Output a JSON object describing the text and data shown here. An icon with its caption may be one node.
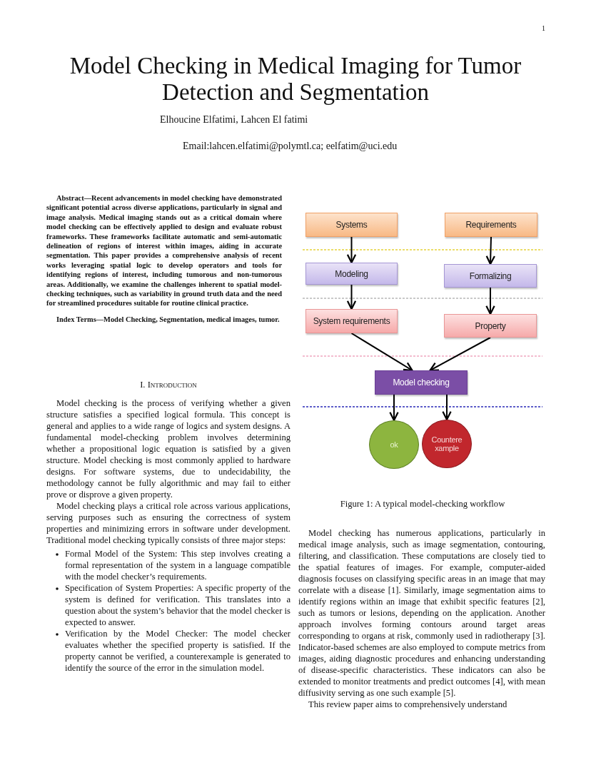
{
  "diagram": {
    "title": "Model Checking in Medical Imaging for Tumor Detection and Segmentation",
    "caption": "Figure 1: A typical model-checking workflow",
    "nodes": [
      {
        "text": [
          "Systems"
        ]
      },
      {
        "text": [
          "Requirements"
        ]
      },
      {
        "text": [
          "Modeling"
        ]
      },
      {
        "text": [
          "Formalizing"
        ]
      },
      {
        "text": [
          "System requirements"
        ]
      },
      {
        "text": [
          "Property"
        ]
      },
      {
        "text": [
          "Model checking"
        ]
      },
      {
        "text": [
          "ok"
        ]
      },
      {
        "text": [
          "Countere xample"
        ]
      }
    ],
    "edges": [
      {
        "from": 0,
        "to": 2,
        "arrow": "to"
      },
      {
        "from": 1,
        "to": 3,
        "arrow": "to"
      },
      {
        "from": 2,
        "to": 4,
        "arrow": "to"
      },
      {
        "from": 3,
        "to": 5,
        "arrow": "to"
      },
      {
        "from": 4,
        "to": 6,
        "arrow": "to"
      },
      {
        "from": 5,
        "to": 6,
        "arrow": "to"
      },
      {
        "from": 6,
        "to": 7,
        "arrow": "to"
      },
      {
        "from": 6,
        "to": 8,
        "arrow": "to"
      }
    ],
    "labels": [
      "1",
      "Elhoucine Elfatimi, Lahcen El fatimi",
      "Email:lahcen.elfatimi@polymtl.ca; eelfatim@uci.edu",
      "Abstract—Recent advancements in model checking have demonstrated significant potential across diverse applications, particularly in signal and image analysis. Medical imaging stands out as a critical domain where model checking can be effectively applied to design and evaluate robust frameworks. These frameworks facilitate automatic and semi-automatic delineation of regions of interest within images, aiding in accurate segmentation. This paper provides a comprehensive analysis of recent works leveraging spatial logic to develop operators and tools for identifying regions of interest, including tumorous and non-tumorous areas. Additionally, we examine the challenges inherent to spatial model-checking techniques, such as variability in ground truth data and the need for streamlined procedures suitable for routine clinical practice.",
      "Index Terms—Model Checking, Segmentation, medical images, tumor.",
      "I. Introduction",
      "Model checking is the process of verifying whether a given structure satisfies a specified logical formula. This concept is general and applies to a wide range of logics and system designs. A fundamental model-checking problem involves determining whether a propositional logic equation is satisfied by a given structure. Model checking is most commonly applied to hardware designs. For software systems, due to undecidability, the methodology cannot be fully algorithmic and may fail to either prove or disprove a given property.",
      "Model checking plays a critical role across various applications, serving purposes such as ensuring the correctness of system properties and minimizing errors in software under development. Traditional model checking typically consists of three major steps:",
      "Formal Model of the System: This step involves creating a formal representation of the system in a language compatible with the model checker’s requirements.",
      "Specification of System Properties: A specific property of the system is defined for verification. This translates into a question about the system’s behavior that the model checker is expected to answer.",
      "Verification by the Model Checker: The model checker evaluates whether the specified property is satisfied. If the property cannot be verified, a counterexample is generated to identify the source of the error in the simulation model.",
      "Model checking has numerous applications, particularly in medical image analysis, such as image segmentation, contouring, filtering, and classification. These computations are closely tied to the spatial features of images. For example, computer-aided diagnosis focuses on classifying specific areas in an image that may correlate with a disease [1]. Similarly, image segmentation aims to identify regions within an image that exhibit specific features [2], such as tumors or lesions, depending on the application. Another approach involves forming contours around target areas corresponding to organs at risk, commonly used in radiotherapy [3]. Indicator-based schemes are also employed to compute metrics from images, aiding diagnostic procedures and enhancing understanding of disease-specific characteristics. These indicators can also be extended to monitor treatments and predict outcomes [4], with mean diffusivity serving as one such example [5].",
      "This review paper aims to comprehensively understand"
    ]
  }
}
